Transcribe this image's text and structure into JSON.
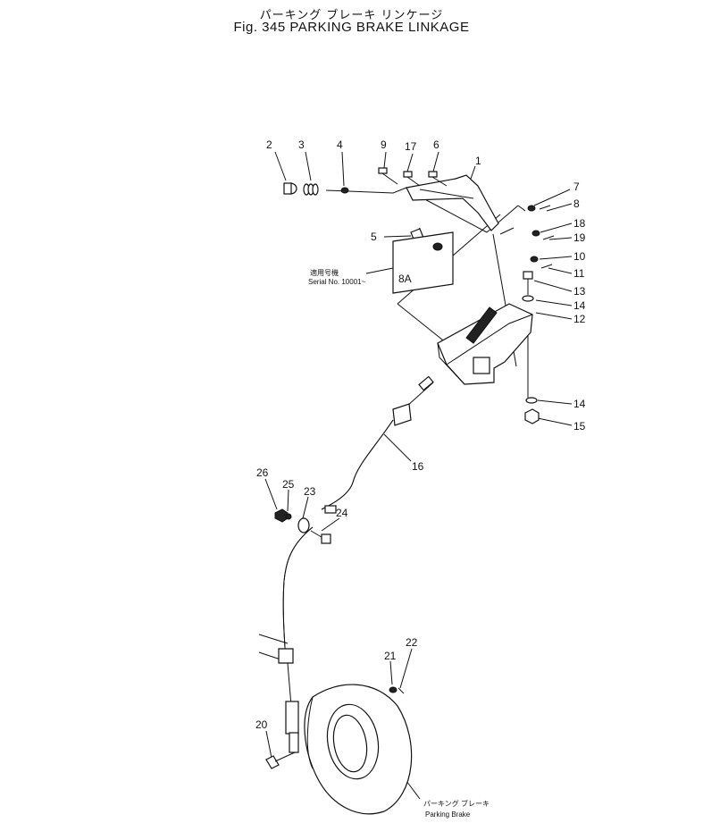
{
  "title": {
    "japanese": "パーキング ブレーキ リンケージ",
    "english": "Fig. 345 PARKING BRAKE LINKAGE"
  },
  "callouts": [
    {
      "id": "c2",
      "label": "2"
    },
    {
      "id": "c3",
      "label": "3"
    },
    {
      "id": "c4",
      "label": "4"
    },
    {
      "id": "c9",
      "label": "9"
    },
    {
      "id": "c17",
      "label": "17"
    },
    {
      "id": "c6",
      "label": "6"
    },
    {
      "id": "c1",
      "label": "1"
    },
    {
      "id": "c7",
      "label": "7"
    },
    {
      "id": "c8",
      "label": "8"
    },
    {
      "id": "c18",
      "label": "18"
    },
    {
      "id": "c19",
      "label": "19"
    },
    {
      "id": "c5",
      "label": "5"
    },
    {
      "id": "c10",
      "label": "10"
    },
    {
      "id": "c11",
      "label": "11"
    },
    {
      "id": "c8a",
      "label": "8A"
    },
    {
      "id": "c13",
      "label": "13"
    },
    {
      "id": "c14a",
      "label": "14"
    },
    {
      "id": "c12",
      "label": "12"
    },
    {
      "id": "c14b",
      "label": "14"
    },
    {
      "id": "c15",
      "label": "15"
    },
    {
      "id": "c16",
      "label": "16"
    },
    {
      "id": "c26",
      "label": "26"
    },
    {
      "id": "c25",
      "label": "25"
    },
    {
      "id": "c23",
      "label": "23"
    },
    {
      "id": "c24",
      "label": "24"
    },
    {
      "id": "c22",
      "label": "22"
    },
    {
      "id": "c21",
      "label": "21"
    },
    {
      "id": "c20",
      "label": "20"
    }
  ],
  "serial_note": {
    "japanese": "適用号機",
    "english": "Serial No. 10001~"
  },
  "brake_note": {
    "japanese": "パーキング ブレーキ",
    "english": "Parking Brake"
  }
}
